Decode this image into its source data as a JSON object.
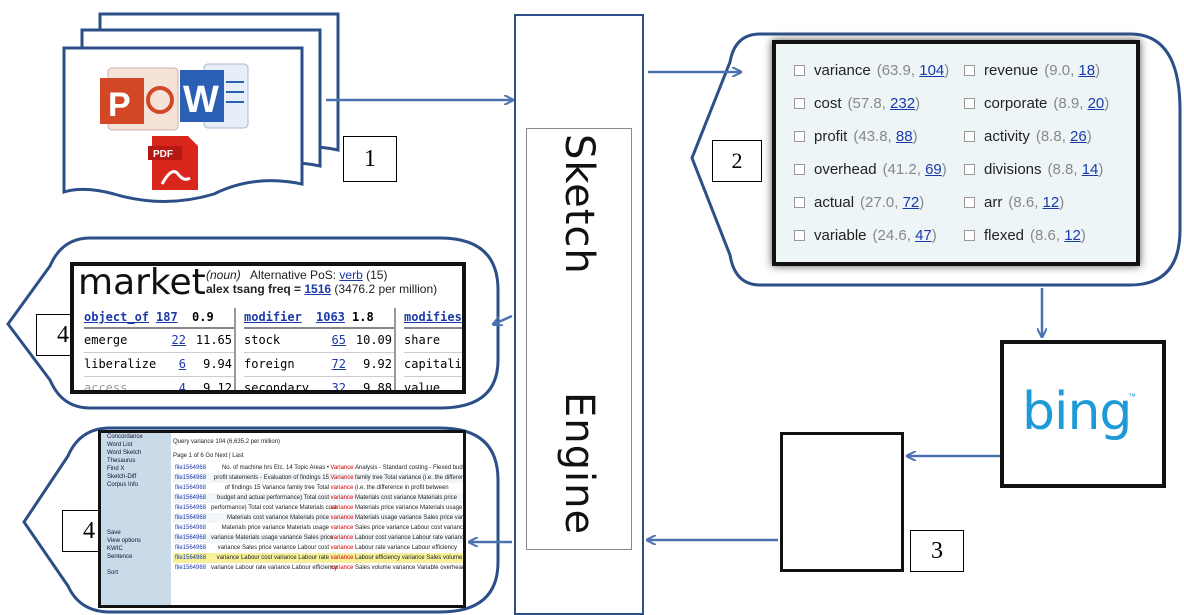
{
  "labels": {
    "step1": "1",
    "step2": "2",
    "step3_bing": "3",
    "step3_cat": "3",
    "step4_top": "4",
    "step4_bottom": "4"
  },
  "engine": {
    "name_top": "Sketch",
    "name_bottom": "Engine"
  },
  "keywords": {
    "left": [
      {
        "word": "variance",
        "score": "(63.9, ",
        "freq": "104",
        "close": ")"
      },
      {
        "word": "cost",
        "score": "(57.8, ",
        "freq": "232",
        "close": ")"
      },
      {
        "word": "profit",
        "score": "(43.8, ",
        "freq": "88",
        "close": ")"
      },
      {
        "word": "overhead",
        "score": "(41.2, ",
        "freq": "69",
        "close": ")"
      },
      {
        "word": "actual",
        "score": "(27.0, ",
        "freq": "72",
        "close": ")"
      },
      {
        "word": "variable",
        "score": "(24.6, ",
        "freq": "47",
        "close": ")"
      }
    ],
    "right": [
      {
        "word": "revenue",
        "score": "(9.0, ",
        "freq": "18",
        "close": ")"
      },
      {
        "word": "corporate",
        "score": "(8.9, ",
        "freq": "20",
        "close": ")"
      },
      {
        "word": "activity",
        "score": "(8.8, ",
        "freq": "26",
        "close": ")"
      },
      {
        "word": "divisions",
        "score": "(8.8, ",
        "freq": "14",
        "close": ")"
      },
      {
        "word": "arr",
        "score": "(8.6, ",
        "freq": "12",
        "close": ")"
      },
      {
        "word": "flexed",
        "score": "(8.6, ",
        "freq": "12",
        "close": ")"
      }
    ]
  },
  "word_sketch": {
    "headword": "market",
    "pos": "(noun)",
    "alt_pos_label": "Alternative PoS: ",
    "alt_pos_link": "verb",
    "alt_pos_count": " (15)",
    "freq_label": "alex tsang freq = ",
    "freq_value": "1516",
    "freq_per_million": " (3476.2 per million)",
    "tables": [
      {
        "name": "object_of",
        "count": "187",
        "score": "0.9",
        "rows": [
          {
            "word": "emerge",
            "freq": "22",
            "score": "11.65"
          },
          {
            "word": "liberalize",
            "freq": "6",
            "score": "9.94"
          },
          {
            "word": "access",
            "freq": "4",
            "score": "9.12"
          }
        ]
      },
      {
        "name": "modifier",
        "count": "1063",
        "score": "1.8",
        "rows": [
          {
            "word": "stock",
            "freq": "65",
            "score": "10.09"
          },
          {
            "word": "foreign",
            "freq": "72",
            "score": "9.92"
          },
          {
            "word": "secondary",
            "freq": "32",
            "score": "9.88"
          }
        ]
      },
      {
        "name": "modifies",
        "count": "",
        "score": "",
        "rows": [
          {
            "word": "share",
            "freq": "",
            "score": ""
          },
          {
            "word": "capitaliza",
            "freq": "",
            "score": ""
          },
          {
            "word": "value",
            "freq": "",
            "score": ""
          }
        ]
      }
    ]
  },
  "concordance": {
    "sidebar": [
      "Concordance",
      "Word List",
      "Word Sketch",
      "Thesaurus",
      "Find X",
      "Sketch-Diff",
      "Corpus Info",
      "",
      "",
      "",
      "",
      "",
      "Save",
      "View options",
      "  KWIC",
      "  Sentence",
      "",
      "Sort"
    ],
    "query": "Query variance 104 (6,635.2 per million)",
    "pager": "Page 1  of 6  Go  Next | Last",
    "lines": [
      {
        "file": "file1564968",
        "left": "No. of machine hrs Etc. 14 Topic Areas •",
        "kw": "Variance",
        "right": "Analysis - Standard costing - Flexed budgeting"
      },
      {
        "file": "file1564968",
        "left": "profit statements - Evaluation of findings 15",
        "kw": "Variance",
        "right": "family tree Total variance (i.e. the difference"
      },
      {
        "file": "file1564968",
        "left": "of findings 15 Variance family tree Total",
        "kw": "variance",
        "right": "(i.e. the difference in profit between"
      },
      {
        "file": "file1564968",
        "left": "budget and actual performance) Total cost",
        "kw": "variance",
        "right": "Materials cost variance Materials price"
      },
      {
        "file": "file1564968",
        "left": "performance) Total cost variance Materials cost",
        "kw": "variance",
        "right": "Materials price variance Materials usage"
      },
      {
        "file": "file1564968",
        "left": "Materials cost variance Materials price",
        "kw": "variance",
        "right": "Materials usage variance Sales price variance"
      },
      {
        "file": "file1564968",
        "left": "Materials price variance Materials usage",
        "kw": "variance",
        "right": "Sales price variance Labour cost variance"
      },
      {
        "file": "file1564968",
        "left": "variance Materials usage variance Sales price",
        "kw": "variance",
        "right": "Labour cost variance Labour rate variance"
      },
      {
        "file": "file1564968",
        "left": "variance Sales price variance Labour cost",
        "kw": "variance",
        "right": "Labour rate variance Labour efficiency"
      },
      {
        "file": "file1564968",
        "left": "variance Labour cost variance Labour rate",
        "kw": "variance",
        "right": "Labour efficiency variance Sales volume"
      },
      {
        "file": "file1564968",
        "left": "variance Labour rate variance Labour efficiency",
        "kw": "variance",
        "right": "Sales volume variance Variable overhead"
      }
    ]
  },
  "bing": {
    "logo": "bing",
    "tm": "™"
  },
  "colors": {
    "arrow": "#4a72b0",
    "bing": "#1e9ad8",
    "word_red": "#d24726",
    "word_blue": "#2b5fb4",
    "pdf_red": "#d9261c"
  }
}
